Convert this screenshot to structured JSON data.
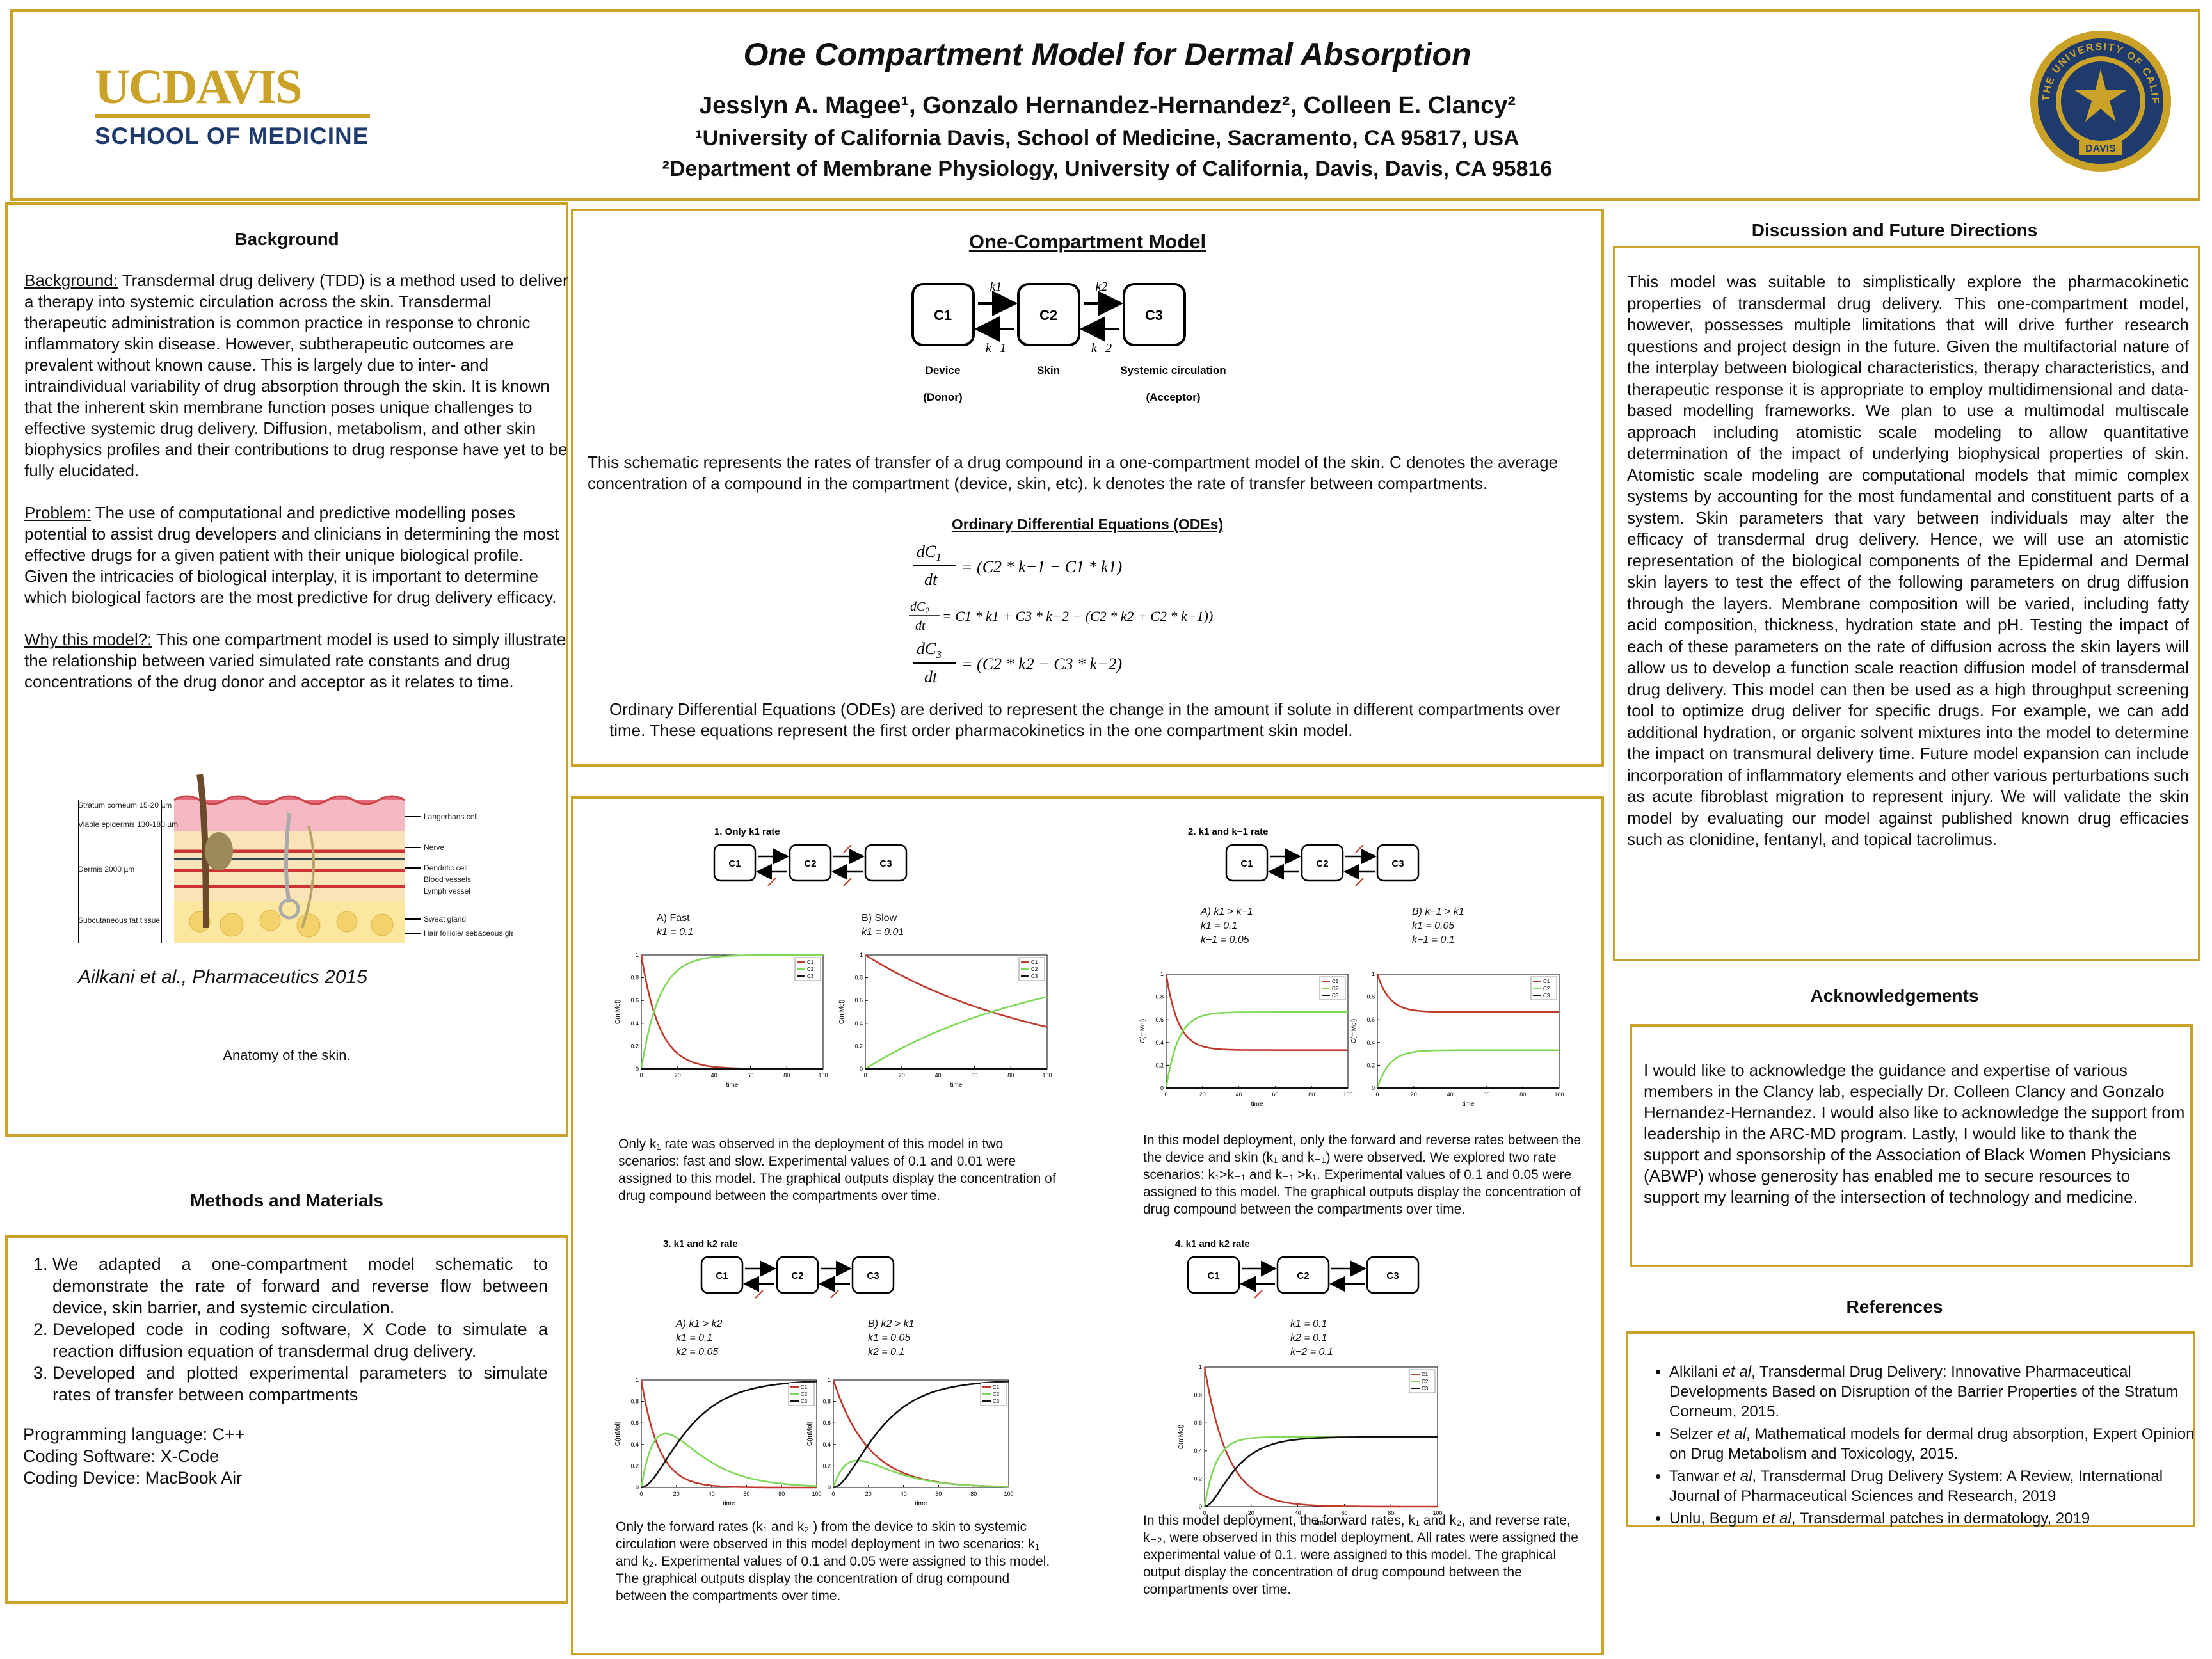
{
  "header": {
    "logo_line1": "UCDAVIS",
    "logo_line2": "SCHOOL OF MEDICINE",
    "title": "One Compartment Model for Dermal Absorption",
    "authors": "Jesslyn A. Magee¹, Gonzalo Hernandez-Hernandez², Colleen E. Clancy²",
    "affil1": "¹University of California Davis, School of Medicine, Sacramento, CA 95817, USA",
    "affil2": "²Department of Membrane Physiology, University of California, Davis, Davis, CA 95816",
    "seal_text": "THE UNIVERSITY OF CALIFORNIA",
    "seal_banner": "DAVIS",
    "colors": {
      "border": "#c9a227",
      "gold": "#c9a227",
      "navy": "#1f3b6e"
    }
  },
  "background": {
    "heading": "Background",
    "p1_label": "Background:",
    "p1": " Transdermal drug delivery (TDD) is a method used to deliver a therapy into systemic circulation across the skin. Transdermal therapeutic administration is common practice in response to chronic inflammatory skin disease. However, subtherapeutic outcomes are prevalent without known cause. This is largely due to inter- and intraindividual variability of drug absorption through the skin. It is known that the inherent skin membrane function poses unique challenges to effective systemic drug delivery. Diffusion, metabolism, and other skin biophysics profiles and their contributions to drug response have yet to be fully elucidated.",
    "p2_label": "Problem:",
    "p2": " The use of computational and predictive modelling poses potential to assist drug developers and clinicians in determining the most effective drugs for a given patient with their unique biological profile. Given the intricacies of biological interplay, it is important to determine which biological factors are the most predictive for drug delivery efficacy.",
    "p3_label": "Why this model?:",
    "p3": " This one compartment model is used to simply illustrate the relationship between varied simulated rate constants and drug concentrations of the drug donor and acceptor as it relates to time.",
    "skin_labels": [
      "Stratum corneum 15-20 µm",
      "Viable epidermis 130-180 µm",
      "Dermis 2000 µm",
      "Subcutaneous fat tissue"
    ],
    "skin_right_labels": [
      "Langerhans cell",
      "Nerve",
      "Dendritic cell",
      "Blood vessels",
      "Lymph vessel",
      "Sweat gland",
      "Hair follicle/ sebaceous gland"
    ],
    "citation": "Ailkani et al., Pharmaceutics 2015",
    "figure_caption": "Anatomy of the skin."
  },
  "methods": {
    "heading": "Methods and Materials",
    "items": [
      "We adapted a one-compartment model schematic to demonstrate the rate of forward and reverse flow between device, skin barrier, and systemic circulation.",
      "Developed code in coding software, X Code to simulate a reaction diffusion equation of transdermal drug delivery.",
      "Developed and plotted experimental parameters to simulate rates of transfer between compartments"
    ],
    "lang": "Programming language: C++",
    "software": "Coding Software: X-Code",
    "device": "Coding Device: MacBook Air"
  },
  "model": {
    "heading": "One-Compartment Model",
    "boxes": [
      "C1",
      "C2",
      "C3"
    ],
    "rates_top": [
      "k1",
      "k2"
    ],
    "rates_bottom": [
      "k−1",
      "k−2"
    ],
    "labels": [
      "Device",
      "Skin",
      "Systemic circulation"
    ],
    "sublabels": [
      "(Donor)",
      "(Acceptor)"
    ],
    "description": "This schematic represents the rates of transfer of a drug compound in a one-compartment model of the skin. C denotes the average concentration of a compound in the compartment (device, skin, etc). k denotes the rate of transfer between compartments.",
    "ode_heading": "Ordinary Differential Equations (ODEs)",
    "eq1_lhs": "dC₁ / dt",
    "eq1": "= (C2 * k−1 − C1 * k1)",
    "eq2": "= C1 * k1 + C3 * k−2 − (C2 * k2 + C2 * k−1))",
    "eq3": "= (C2 * k2 − C3 * k−2)",
    "ode_description": "Ordinary Differential Equations (ODEs) are derived to represent the change in the amount if solute in different compartments over time. These equations represent the first order pharmacokinetics in the one compartment skin model."
  },
  "discussion": {
    "heading": "Discussion and Future Directions",
    "text": "This model was suitable to simplistically explore the pharmacokinetic properties of transdermal drug delivery. This one-compartment model, however, possesses multiple limitations that will drive further research questions and project design in the future. Given the multifactorial nature of the interplay between biological characteristics, therapy characteristics, and therapeutic response it is appropriate to employ multidimensional and data-based modelling frameworks. We plan to use a multimodal multiscale approach including atomistic scale modeling to allow quantitative determination of the impact of underlying biophysical properties of skin.  Atomistic scale modeling are computational models that mimic complex systems by accounting for the most fundamental and constituent parts of a system. Skin parameters that vary between individuals may alter the efficacy of transdermal drug delivery.   Hence, we will use an atomistic representation of the biological components of the Epidermal and Dermal skin layers to test the effect of the following parameters on drug diffusion through the layers.  Membrane composition will be varied, including fatty acid composition, thickness, hydration state and pH.  Testing the impact of each of these parameters on the rate of diffusion across the skin layers will allow us to develop a function scale reaction diffusion model of transdermal drug delivery.  This model can then be used as a high throughput screening tool to optimize drug deliver for specific drugs.  For example, we can add additional hydration, or organic solvent mixtures into the model to determine the impact on transmural delivery time.  Future model expansion can include incorporation of inflammatory elements and other various perturbations such as acute fibroblast migration to represent injury. We will validate the skin model by evaluating our model against published known drug efficacies such as clonidine, fentanyl, and topical tacrolimus."
  },
  "acknowledgements": {
    "heading": "Acknowledgements",
    "text": "I would like to acknowledge the guidance and expertise of various members in the Clancy lab, especially Dr. Colleen Clancy and Gonzalo Hernandez-Hernandez. I would also like to acknowledge the support from leadership in the ARC-MD program. Lastly, I would like to thank the support and sponsorship of the Association of Black Women Physicians (ABWP) whose generosity has enabled me to secure resources to support my learning of the intersection of technology and medicine."
  },
  "references": {
    "heading": "References",
    "items": [
      {
        "author": "Alkilani ",
        "etal": "et al",
        "rest": ", Transdermal Drug Delivery: Innovative Pharmaceutical Developments Based on Disruption of the Barrier Properties of the Stratum Corneum, 2015."
      },
      {
        "author": "Selzer ",
        "etal": "et al",
        "rest": ", Mathematical models for dermal drug absorption, Expert Opinion on Drug Metabolism and Toxicology, 2015."
      },
      {
        "author": "Tanwar ",
        "etal": "et al",
        "rest": ", Transdermal Drug Delivery System: A Review, International Journal of Pharmaceutical Sciences and Research, 2019"
      },
      {
        "author": "Unlu, Begum ",
        "etal": "et al",
        "rest": ", Transdermal patches in dermatology, 2019"
      }
    ]
  },
  "results": {
    "sections": [
      {
        "title": "1. Only k1 rate",
        "scenarios": [
          {
            "label": "A) Fast",
            "params": [
              "k1 = 0.1"
            ]
          },
          {
            "label": "B) Slow",
            "params": [
              "k1 = 0.01"
            ]
          }
        ],
        "caption": "Only k₁ rate was observed in the deployment of this model  in two scenarios: fast and slow.  Experimental values of 0.1 and 0.01 were assigned to this model. The graphical outputs display the concentration of drug compound between the compartments over time."
      },
      {
        "title": "2. k1 and k−1 rate",
        "scenarios": [
          {
            "label": "A) k1 > k−1",
            "params": [
              "k1 = 0.1",
              "k−1 = 0.05"
            ]
          },
          {
            "label": "B) k−1 > k1",
            "params": [
              "k1 = 0.05",
              "k−1 = 0.1"
            ]
          }
        ],
        "caption": "In this model deployment, only the forward and reverse rates between the the device and skin (k₁ and k₋₁) were observed. We explored two rate scenarios: k₁>k₋₁ and k₋₁ >k₁. Experimental values of 0.1 and 0.05 were assigned to this model. The graphical outputs display the concentration of drug compound between the compartments over time."
      },
      {
        "title": "3. k1 and k2 rate",
        "scenarios": [
          {
            "label": "A) k1 > k2",
            "params": [
              "k1 = 0.1",
              "k2 = 0.05"
            ]
          },
          {
            "label": "B) k2 > k1",
            "params": [
              "k1 = 0.05",
              "k2 = 0.1"
            ]
          }
        ],
        "caption": "Only the forward rates (k₁ and k₂ ) from the device to skin to systemic circulation were observed in this model deployment in two scenarios: k₁ and k₂. Experimental values of 0.1 and 0.05 were assigned to this model. The graphical outputs display the concentration of drug compound between the compartments over time."
      },
      {
        "title": "4. k1 and k2 rate",
        "scenarios": [
          {
            "label": "",
            "params": [
              "k1 = 0.1",
              "k2 = 0.1",
              "k−2 = 0.1"
            ]
          }
        ],
        "caption": "In this model deployment, the forward rates, k₁ and k₂, and reverse rate, k₋₂, were observed in this model deployment. All rates were assigned the experimental value of 0.1. were assigned to this model. The graphical output display the concentration of drug compound between the compartments over time."
      }
    ]
  },
  "chart_data": [
    {
      "type": "line",
      "title": "",
      "xlabel": "time",
      "ylabel": "C(mMol)",
      "xlim": [
        0,
        100
      ],
      "ylim": [
        0,
        1
      ],
      "x_ticks": [
        0,
        20,
        40,
        60,
        80,
        100
      ],
      "y_ticks": [
        0,
        0.2,
        0.4,
        0.6,
        0.8,
        1
      ],
      "legend": "top-right",
      "series": [
        {
          "name": "C1",
          "color": "#c0392b",
          "k1": 0.1
        },
        {
          "name": "C2",
          "color": "#7ed957"
        },
        {
          "name": "C3",
          "color": "#111111"
        }
      ]
    },
    {
      "type": "line",
      "title": "",
      "xlabel": "time",
      "ylabel": "C(mMol)",
      "xlim": [
        0,
        100
      ],
      "ylim": [
        0,
        1
      ],
      "x_ticks": [
        0,
        20,
        40,
        60,
        80,
        100
      ],
      "y_ticks": [
        0,
        0.2,
        0.4,
        0.6,
        0.8,
        1
      ],
      "legend": "top-right",
      "series": [
        {
          "name": "C1",
          "color": "#c0392b",
          "k1": 0.01
        },
        {
          "name": "C2",
          "color": "#7ed957"
        },
        {
          "name": "C3",
          "color": "#111111"
        }
      ]
    },
    {
      "type": "line",
      "title": "",
      "xlabel": "time",
      "ylabel": "C(mMol)",
      "xlim": [
        0,
        100
      ],
      "ylim": [
        0,
        1
      ],
      "x_ticks": [
        0,
        20,
        40,
        60,
        80,
        100
      ],
      "y_ticks": [
        0,
        0.2,
        0.4,
        0.6,
        0.8,
        1
      ],
      "legend": "top-right",
      "series": [
        {
          "name": "C1",
          "color": "#c0392b",
          "k1": 0.1,
          "km1": 0.05
        },
        {
          "name": "C2",
          "color": "#7ed957"
        },
        {
          "name": "C3",
          "color": "#111111"
        }
      ]
    },
    {
      "type": "line",
      "title": "",
      "xlabel": "time",
      "ylabel": "C(mMol)",
      "xlim": [
        0,
        100
      ],
      "ylim": [
        0,
        1
      ],
      "x_ticks": [
        0,
        20,
        40,
        60,
        80,
        100
      ],
      "y_ticks": [
        0,
        0.2,
        0.4,
        0.6,
        0.8,
        1
      ],
      "legend": "top-right",
      "series": [
        {
          "name": "C1",
          "color": "#c0392b",
          "k1": 0.05,
          "km1": 0.1
        },
        {
          "name": "C2",
          "color": "#7ed957"
        },
        {
          "name": "C3",
          "color": "#111111"
        }
      ]
    },
    {
      "type": "line",
      "title": "",
      "xlabel": "time",
      "ylabel": "C(mMol)",
      "xlim": [
        0,
        100
      ],
      "ylim": [
        0,
        1
      ],
      "x_ticks": [
        0,
        20,
        40,
        60,
        80,
        100
      ],
      "y_ticks": [
        0,
        0.2,
        0.4,
        0.6,
        0.8,
        1
      ],
      "legend": "top-right",
      "series": [
        {
          "name": "C1",
          "color": "#c0392b",
          "k1": 0.1,
          "k2": 0.05
        },
        {
          "name": "C2",
          "color": "#7ed957"
        },
        {
          "name": "C3",
          "color": "#111111"
        }
      ]
    },
    {
      "type": "line",
      "title": "",
      "xlabel": "time",
      "ylabel": "C(mMol)",
      "xlim": [
        0,
        100
      ],
      "ylim": [
        0,
        1
      ],
      "x_ticks": [
        0,
        20,
        40,
        60,
        80,
        100
      ],
      "y_ticks": [
        0,
        0.2,
        0.4,
        0.6,
        0.8,
        1
      ],
      "legend": "top-right",
      "series": [
        {
          "name": "C1",
          "color": "#c0392b",
          "k1": 0.05,
          "k2": 0.1
        },
        {
          "name": "C2",
          "color": "#7ed957"
        },
        {
          "name": "C3",
          "color": "#111111"
        }
      ]
    },
    {
      "type": "line",
      "title": "",
      "xlabel": "time",
      "ylabel": "C(mMol)",
      "xlim": [
        0,
        100
      ],
      "ylim": [
        0,
        1
      ],
      "x_ticks": [
        0,
        20,
        40,
        60,
        80,
        100
      ],
      "y_ticks": [
        0,
        0.2,
        0.4,
        0.6,
        0.8,
        1
      ],
      "legend": "top-right",
      "series": [
        {
          "name": "C1",
          "color": "#c0392b",
          "k1": 0.1,
          "k2": 0.1,
          "km2": 0.1
        },
        {
          "name": "C2",
          "color": "#7ed957"
        },
        {
          "name": "C3",
          "color": "#111111"
        }
      ]
    }
  ]
}
